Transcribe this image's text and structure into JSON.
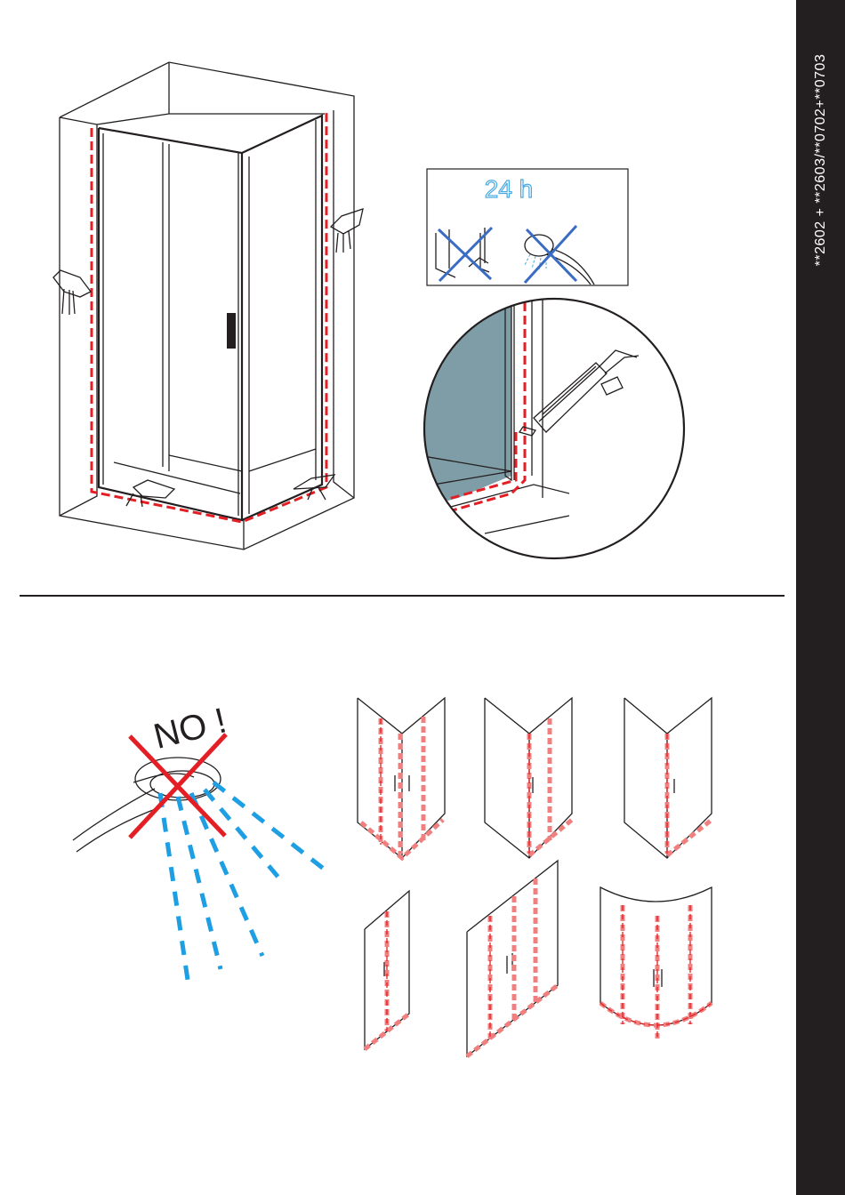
{
  "sidebar": {
    "code": "**2602 + **2603/**0702+**0703"
  },
  "cure_notice": {
    "duration": "24 h"
  },
  "warning": {
    "text": "NO !"
  },
  "colors": {
    "seal": "#e31e24",
    "water": "#1e9fe3",
    "forbidden": "#3a6cc4",
    "glass": "#7f9da6",
    "dark": "#231f20"
  },
  "icons": [
    "silicone-gun-icon",
    "shower-head-icon",
    "no-touch-icon",
    "no-shower-icon",
    "clamp-icon"
  ]
}
